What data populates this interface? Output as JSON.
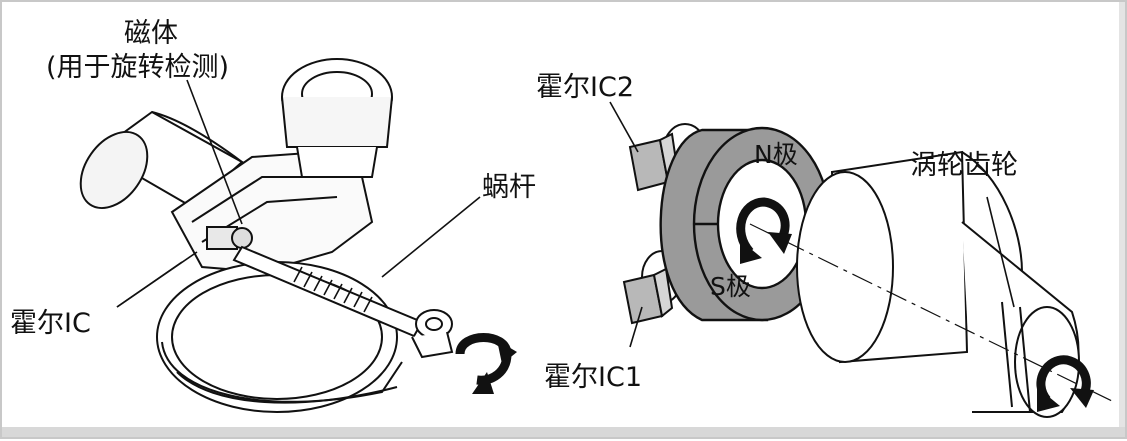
{
  "labels": {
    "magnet": "磁体",
    "magnet_note": "(用于旋转检测)",
    "worm": "蜗杆",
    "hall_ic_left": "霍尔IC",
    "hall_ic2": "霍尔IC2",
    "hall_ic1": "霍尔IC1",
    "n_pole": "N极",
    "s_pole": "S极",
    "worm_gear": "涡轮齿轮"
  },
  "colors": {
    "magnet_gray": "#9a9a9a",
    "sensor_gray": "#b8b8b8",
    "line": "#111111"
  }
}
